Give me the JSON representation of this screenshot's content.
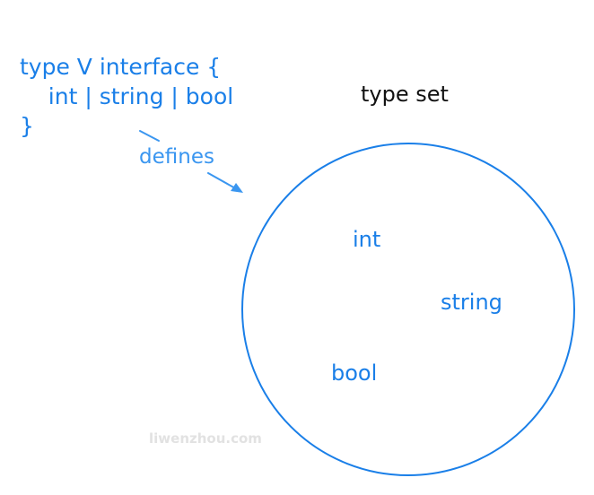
{
  "code": {
    "line1": "type V interface {",
    "line2": "    int | string | bool",
    "line3": "}"
  },
  "annotation": {
    "label": "defines",
    "arrow_color": "#3a96f0"
  },
  "type_set": {
    "title": "type set",
    "circle_color": "#1a7fe8",
    "members": [
      {
        "label": "int"
      },
      {
        "label": "string"
      },
      {
        "label": "bool"
      }
    ]
  },
  "watermark": "liwenzhou.com",
  "colors": {
    "primary_blue": "#1a7fe8",
    "light_blue": "#3a96f0",
    "text_black": "#111111",
    "watermark_gray": "#e2e2e2"
  }
}
